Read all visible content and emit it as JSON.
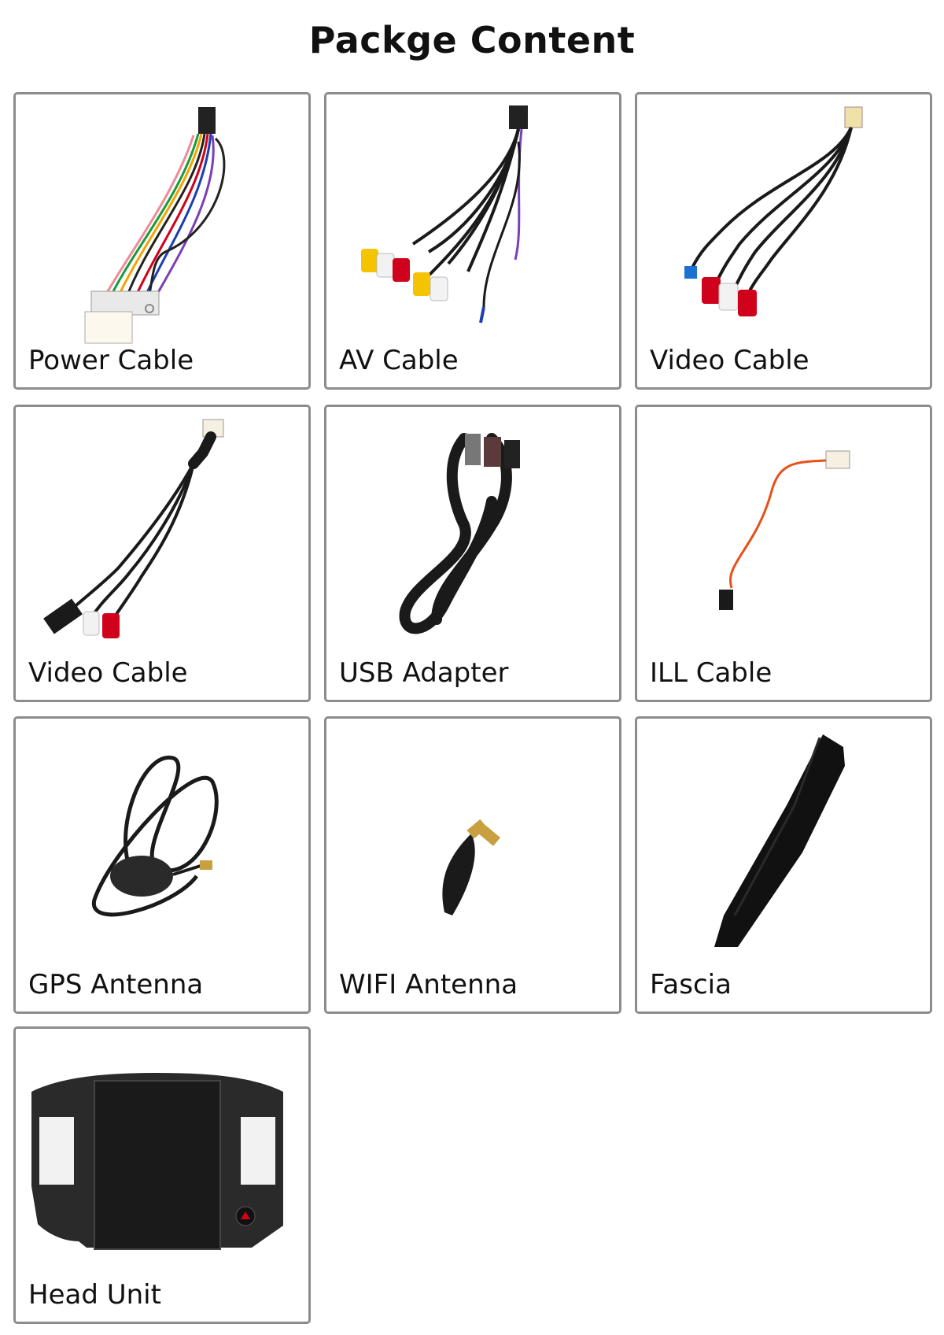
{
  "page": {
    "title": "Packge Content"
  },
  "items": [
    {
      "label": "Power Cable",
      "icon": "power-cable-icon"
    },
    {
      "label": "AV Cable",
      "icon": "av-cable-icon"
    },
    {
      "label": "Video Cable",
      "icon": "video-cable-icon"
    },
    {
      "label": "Video Cable",
      "icon": "video-usb-cable-icon"
    },
    {
      "label": "USB Adapter",
      "icon": "usb-adapter-icon"
    },
    {
      "label": "ILL Cable",
      "icon": "ill-cable-icon"
    },
    {
      "label": "GPS Antenna",
      "icon": "gps-antenna-icon"
    },
    {
      "label": "WIFI Antenna",
      "icon": "wifi-antenna-icon"
    },
    {
      "label": "Fascia",
      "icon": "fascia-icon"
    },
    {
      "label": "Head Unit",
      "icon": "head-unit-icon"
    }
  ],
  "colors": {
    "border": "#8c8c8c",
    "cable": "#1a1a1a",
    "red": "#d0021b",
    "yellow": "#f5c400",
    "white": "#f2f2f2",
    "orange": "#e8501a"
  }
}
